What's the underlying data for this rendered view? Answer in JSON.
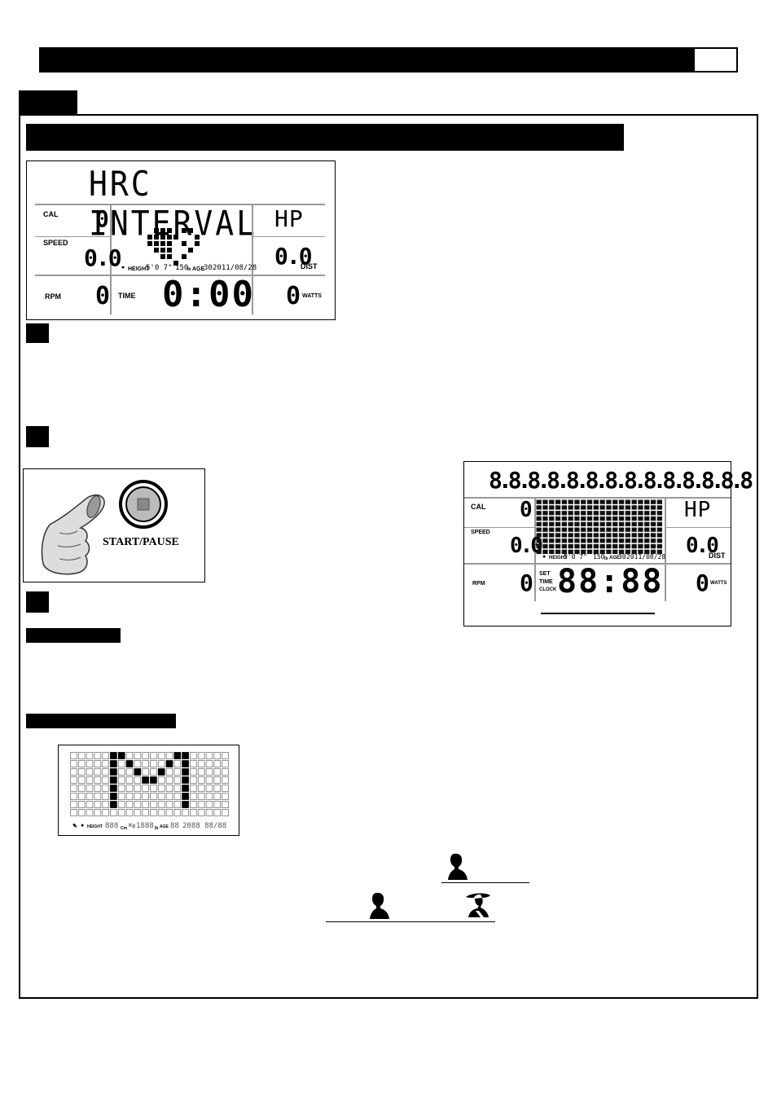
{
  "lcd1": {
    "title": "HRC INTERVAL",
    "cal_label": "CAL",
    "cal_value": "0",
    "speed_label": "SPEED",
    "speed_value": "0.0",
    "rpm_label": "RPM",
    "rpm_value": "0",
    "hp_value": "HP",
    "dist_value": "0.0",
    "dist_label": "DIST",
    "time_label": "TIME",
    "time_value": "0:00",
    "watts_value": "0",
    "watts_label": "WATTS",
    "height_label": "HEIGHT",
    "height_value": "5'0 7\"",
    "weight_value": "150",
    "weight_unit": "lb",
    "age_label": "AGE",
    "age_value": "30",
    "date_value": "2011/08/28"
  },
  "start_button": {
    "label": "START/PAUSE"
  },
  "lcd2": {
    "title": "8.8.8.8.8.8.8.8.8.8.8.8.8.8",
    "cal_label": "CAL",
    "cal_value": "0",
    "speed_label": "SPEED",
    "speed_value": "0.0",
    "rpm_label": "RPM",
    "rpm_value": "0",
    "hp_value": "HP",
    "dist_value": "0.0",
    "dist_label": "DIST",
    "set_label": "SET",
    "time_label": "TIME",
    "clock_label": "CLOCK",
    "time_value": "88:88",
    "watts_value": "0",
    "watts_label": "WATTS",
    "height_label": "HEIGHT",
    "height_value": "5'0 7\"",
    "weight_value": "150",
    "weight_unit": "lb",
    "age_label": "AGE",
    "age_value": "30",
    "date_value": "2011/08/28"
  },
  "lcd3": {
    "height_label": "HEIGHT",
    "height_value": "888",
    "height_unit": "Cm",
    "weight_unit_kg": "Kg",
    "weight_value": "1888",
    "weight_unit_lb": "lb",
    "age_label": "AGE",
    "age_value": "88",
    "date_value": "2088 88/88"
  }
}
